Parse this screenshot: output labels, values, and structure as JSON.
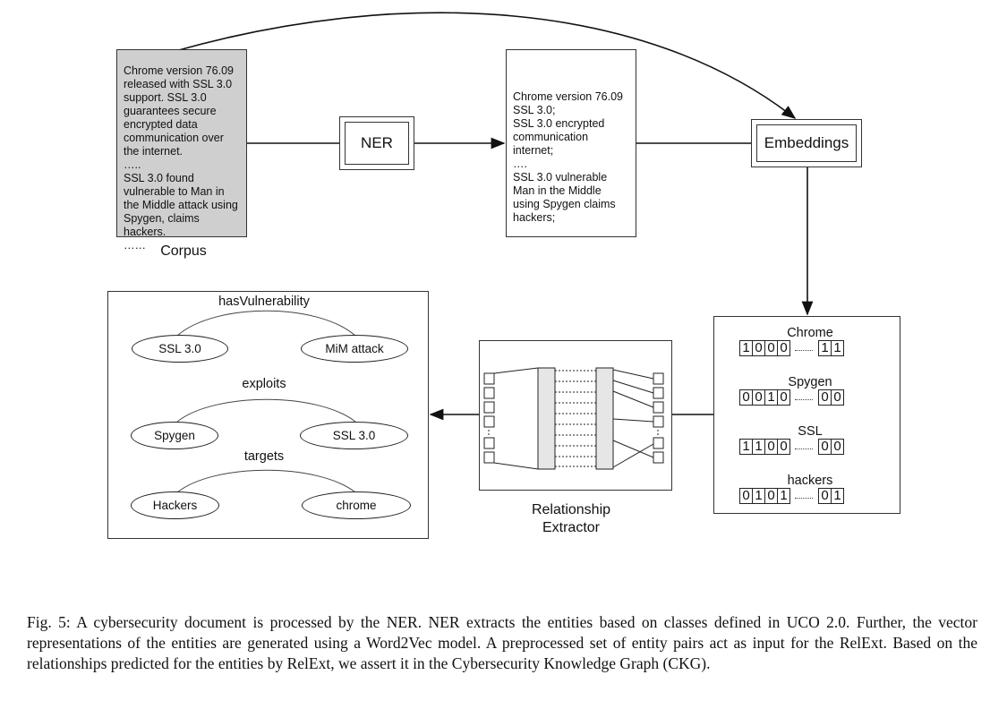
{
  "corpus": {
    "lines": [
      "Chrome version 76.09",
      "released with SSL 3.0",
      "support. SSL 3.0",
      "guarantees secure",
      "encrypted data",
      "communication over",
      "the internet.",
      "…..",
      "SSL 3.0 found",
      "vulnerable to Man in",
      "the Middle attack using",
      "Spygen, claims",
      "hackers.",
      "……"
    ],
    "label": "Corpus"
  },
  "ner": {
    "label": "NER"
  },
  "ner_output": {
    "lines": [
      "Chrome version 76.09",
      "SSL 3.0;",
      "SSL 3.0 encrypted",
      "communication",
      "internet;",
      "….",
      "SSL 3.0 vulnerable",
      "Man in the Middle",
      "using Spygen claims",
      "hackers;"
    ]
  },
  "embeddings": {
    "label": "Embeddings"
  },
  "vectors": [
    {
      "name": "Chrome",
      "bits": [
        "1",
        "0",
        "0",
        "0"
      ],
      "tail": [
        "1",
        "1"
      ]
    },
    {
      "name": "Spygen",
      "bits": [
        "0",
        "0",
        "1",
        "0"
      ],
      "tail": [
        "0",
        "0"
      ]
    },
    {
      "name": "SSL",
      "bits": [
        "1",
        "1",
        "0",
        "0"
      ],
      "tail": [
        "0",
        "0"
      ]
    },
    {
      "name": "hackers",
      "bits": [
        "0",
        "1",
        "0",
        "1"
      ],
      "tail": [
        "0",
        "1"
      ]
    }
  ],
  "relext": {
    "label_line1": "Relationship",
    "label_line2": "Extractor"
  },
  "kg": {
    "relations": [
      {
        "name": "hasVulnerability",
        "left": "SSL 3.0",
        "right": "MiM attack"
      },
      {
        "name": "exploits",
        "left": "Spygen",
        "right": "SSL 3.0"
      },
      {
        "name": "targets",
        "left": "Hackers",
        "right": "chrome"
      }
    ]
  },
  "caption": "Fig. 5: A cybersecurity document is processed by the NER. NER extracts the entities based on classes defined in UCO 2.0. Further, the vector representations of the entities are generated using a Word2Vec model. A preprocessed set of entity pairs act as input for the RelExt. Based on the relationships predicted for the entities by RelExt, we assert it in the Cybersecurity Knowledge Graph (CKG)."
}
